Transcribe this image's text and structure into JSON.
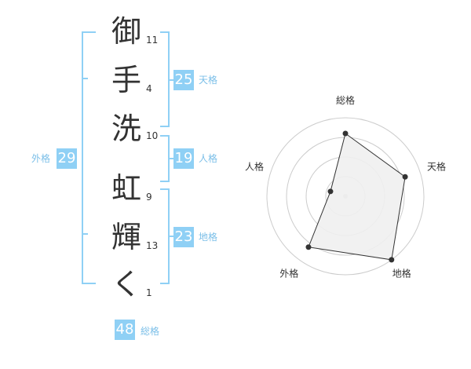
{
  "name": {
    "characters": [
      {
        "char": "御",
        "strokes": "11"
      },
      {
        "char": "手",
        "strokes": "4"
      },
      {
        "char": "洗",
        "strokes": "10"
      },
      {
        "char": "虹",
        "strokes": "9"
      },
      {
        "char": "輝",
        "strokes": "13"
      },
      {
        "char": "く",
        "strokes": "1"
      }
    ]
  },
  "kaku": {
    "tenkaku": {
      "value": "25",
      "label": "天格"
    },
    "jinkaku": {
      "value": "19",
      "label": "人格"
    },
    "chikaku": {
      "value": "23",
      "label": "地格"
    },
    "gaikaku": {
      "value": "29",
      "label": "外格"
    },
    "soukaku": {
      "value": "48",
      "label": "総格"
    }
  },
  "chart_data": {
    "type": "radar",
    "axes": [
      "総格",
      "天格",
      "地格",
      "外格",
      "人格"
    ],
    "values": [
      0.8,
      0.8,
      1.0,
      0.8,
      0.2
    ],
    "rings": 4,
    "colors": {
      "fill": "#f0f0f0",
      "stroke": "#333333",
      "grid": "#cccccc",
      "point": "#333333"
    }
  },
  "colors": {
    "accent": "#8fd0f5",
    "label": "#7bbfe8"
  }
}
